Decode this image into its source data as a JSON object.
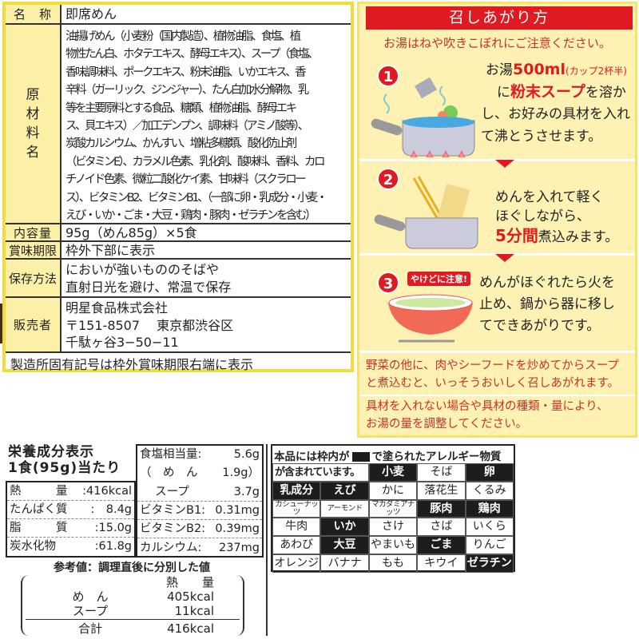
{
  "label_table": {
    "name_label": "名　称",
    "name_value": "即席めん",
    "ingredients_label": [
      "原",
      "材",
      "料",
      "名"
    ],
    "ingredients_lines": [
      "油揚げめん（小麦粉（国内製造）、植物油脂、食塩、植",
      "物性たん白、ホタテエキス、酵母エキス）、スープ（食塩、",
      "香味調味料、ポークエキス、粉末油脂、いかエキス、香",
      "辛料（ガーリック、ジンジャー）、たん白加水分解物、乳",
      "等を主要原料とする食品、糖類、植物油脂、酵母エキ",
      "ス、貝エキス）／加工デンプン、調味料（アミノ酸等）、",
      "炭酸カルシウム、かんすい、増粘多糖類、酸化防止剤",
      "（ビタミンE）、カラメル色素、乳化剤、酸味料、香料、カロ",
      "チノイド色素、微粒二酸化ケイ素、甘味料（スクラロー",
      "ス）、ビタミンB2、ビタミンB1、（一部に卵・乳成分・小麦・",
      "えび・いか・ごま・大豆・鶏肉・豚肉・ゼラチンを含む）"
    ],
    "content_label": "内容量",
    "content_value": "95g（めん85g）×5食",
    "expiry_label": "賞味期限",
    "expiry_value": "枠外下部に表示",
    "storage_label": "保存方法",
    "storage_lines": [
      "においが強いもののそばや",
      "直射日光を避け、常温で保存"
    ],
    "seller_label": "販売者",
    "seller_lines": [
      "明星食品株式会社",
      "〒151-8507　 東京都渋谷区",
      "千駄ヶ谷3−50−11"
    ],
    "footnote": "製造所固有記号は枠外賞味期限右端に表示"
  },
  "instructions": {
    "title": "召しあがり方",
    "note": "お湯はねや吹きこぼれにご注意ください。",
    "step1": {
      "num": "1",
      "t1": "お湯",
      "t1r": "500ml",
      "t1s": "(カップ2杯半)",
      "t2a": "に",
      "t2r": "粉末スープ",
      "t2b": "を溶か",
      "t3": "し、お好みの具材を入れ",
      "t4": "て沸とうさせます。"
    },
    "step2": {
      "num": "2",
      "t1": "めんを入れて軽く",
      "t2": "ほぐしながら、",
      "t3r": "5分間",
      "t3": "煮込みます。"
    },
    "step3": {
      "num": "3",
      "caution": "やけどに注意!",
      "t1": "めんがほぐれたら火を",
      "t2": "止め、鍋から器に移し",
      "t3": "てできあがりです。"
    },
    "tip1": [
      "野菜の他に、肉やシーフードを炒めてからスープ",
      "と煮込むと、いっそうおいしく召しあがれます。"
    ],
    "tip2": [
      "具材を入れない場合や具材の種類・量により、",
      "お湯の量を調整してください。"
    ]
  },
  "nutrition": {
    "title": "栄養成分表示",
    "serving": "1食(95g)当たり",
    "left": [
      {
        "k": "熱　　　量",
        "v": ":416kcal"
      },
      {
        "k": "たんぱく質",
        "v": ":　8.4g"
      },
      {
        "k": "脂　　　質",
        "v": ":15.0g"
      },
      {
        "k": "炭水化物",
        "v": ":61.8g"
      }
    ],
    "right": [
      {
        "k": "食塩相当量:",
        "v": "5.6g"
      },
      {
        "k": "（　め　ん",
        "v": "1.9g）"
      },
      {
        "k": "　 スープ",
        "v": "3.7g"
      },
      {
        "k": "ビタミンB1:",
        "v": "0.31mg"
      },
      {
        "k": "ビタミンB2:",
        "v": "0.39mg"
      },
      {
        "k": "カルシウム:",
        "v": "237mg"
      }
    ],
    "ref_title": "参考値：調理直後に分別した値",
    "ref_header": "熱　　量",
    "ref_rows": [
      {
        "k": "め　ん",
        "v": "405kcal"
      },
      {
        "k": "スープ",
        "v": "11kcal"
      },
      {
        "k": "合計",
        "v": "416kcal"
      }
    ]
  },
  "allergy": {
    "head_a": "本品には枠内が",
    "head_b": "で塗られたアレルギー物質",
    "head_c": "が含まれています。",
    "items": [
      {
        "t": "小麦",
        "hl": true
      },
      {
        "t": "そば",
        "hl": false
      },
      {
        "t": "卵",
        "hl": true
      },
      {
        "t": "乳成分",
        "hl": true
      },
      {
        "t": "えび",
        "hl": true
      },
      {
        "t": "かに",
        "hl": false
      },
      {
        "t": "落花生",
        "hl": false
      },
      {
        "t": "くるみ",
        "hl": false
      },
      {
        "t": "カシューナッツ",
        "hl": false,
        "small": true
      },
      {
        "t": "アーモンド",
        "hl": false,
        "small": true
      },
      {
        "t": "マカダミアナッツ",
        "hl": false,
        "small": true
      },
      {
        "t": "豚肉",
        "hl": true
      },
      {
        "t": "鶏肉",
        "hl": true
      },
      {
        "t": "牛肉",
        "hl": false
      },
      {
        "t": "いか",
        "hl": true
      },
      {
        "t": "さけ",
        "hl": false
      },
      {
        "t": "さば",
        "hl": false
      },
      {
        "t": "いくら",
        "hl": false
      },
      {
        "t": "あわび",
        "hl": false
      },
      {
        "t": "大豆",
        "hl": true
      },
      {
        "t": "やまいも",
        "hl": false
      },
      {
        "t": "ごま",
        "hl": true
      },
      {
        "t": "りんご",
        "hl": false
      },
      {
        "t": "オレンジ",
        "hl": false
      },
      {
        "t": "バナナ",
        "hl": false
      },
      {
        "t": "もも",
        "hl": false
      },
      {
        "t": "キウイ",
        "hl": false
      },
      {
        "t": "ゼラチン",
        "hl": true
      }
    ]
  },
  "colors": {
    "accent_red": "#e01a22",
    "label_yellow": "#fbf0a6",
    "panel_yellow": "#fdf2b3"
  }
}
